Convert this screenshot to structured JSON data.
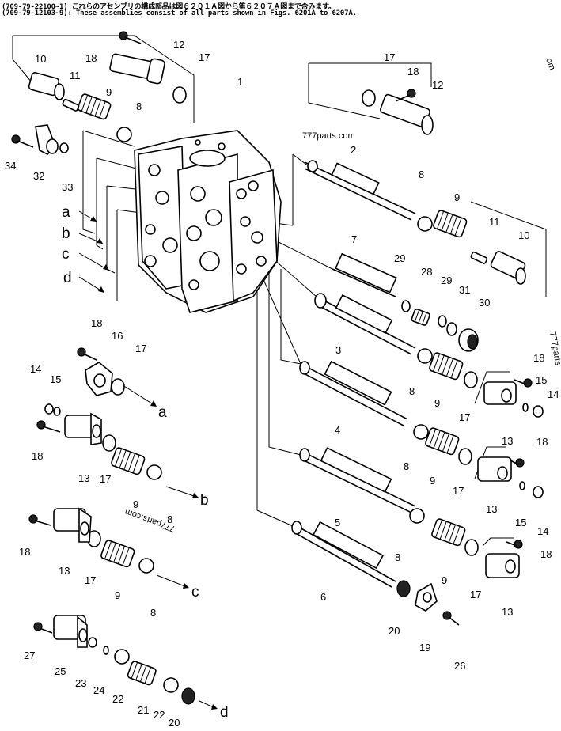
{
  "header": {
    "line1": "(709-79-22100~1)  これらのアセンブリの構成部品は図６２０１Ａ図から第６２０７Ａ図まで含みます。",
    "line2": "(709-79-12103~9): These assemblies consist of all parts shown in Figs. 6201A to 6207A."
  },
  "watermarks": {
    "center": "777parts.com",
    "rotated": "777parts.com",
    "right_top": "om",
    "right_side": "777parts"
  },
  "letters": {
    "a": "a",
    "b": "b",
    "c": "c",
    "d": "d"
  },
  "callouts": {
    "n1": "1",
    "n2": "2",
    "n3": "3",
    "n4": "4",
    "n5": "5",
    "n6": "6",
    "n7": "7",
    "n8": "8",
    "n9": "9",
    "n10": "10",
    "n11": "11",
    "n12": "12",
    "n13": "13",
    "n14": "14",
    "n15": "15",
    "n16": "16",
    "n17": "17",
    "n18": "18",
    "n19": "19",
    "n20": "20",
    "n21": "21",
    "n22": "22",
    "n23": "23",
    "n24": "24",
    "n25": "25",
    "n26": "26",
    "n27": "27",
    "n28": "28",
    "n29": "29",
    "n30": "30",
    "n31": "31",
    "n32": "32",
    "n33": "33",
    "n34": "34"
  }
}
